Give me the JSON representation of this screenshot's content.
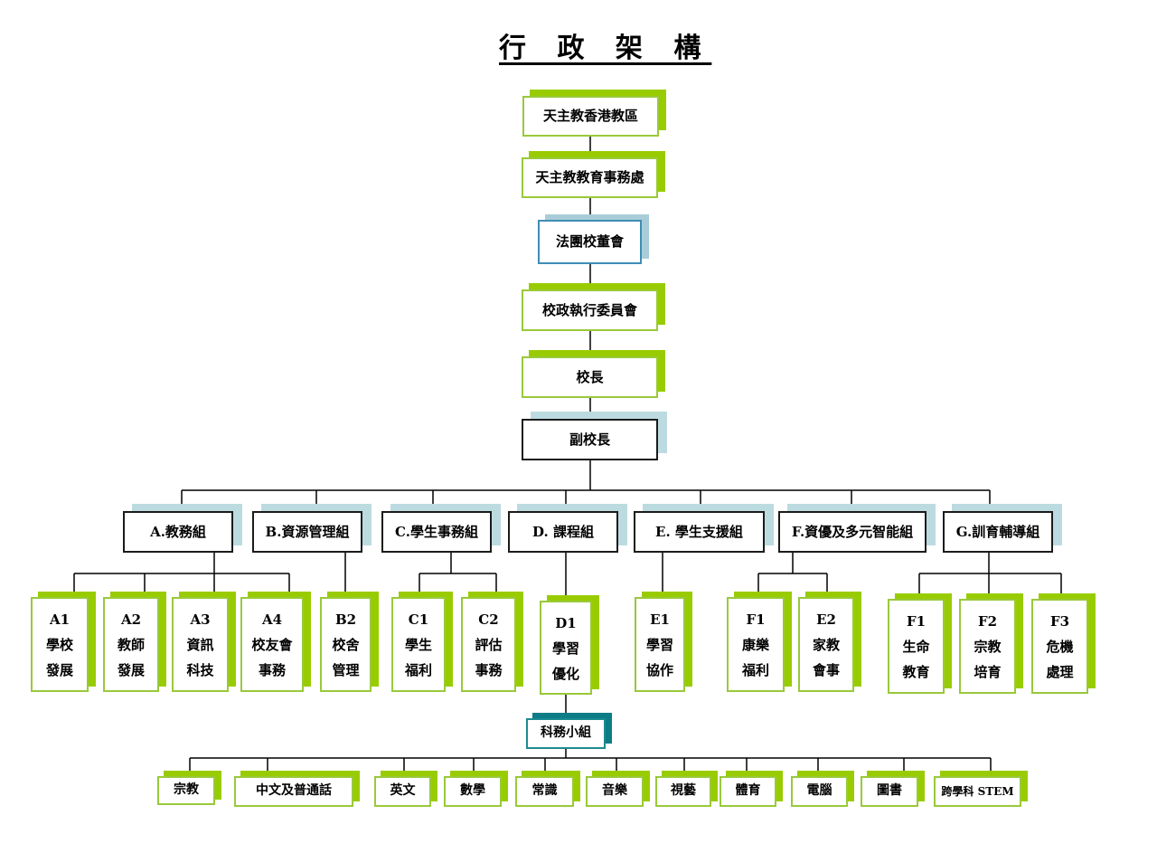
{
  "title": "行 政 架 構",
  "hierarchy": {
    "diocese": "天主教香港教區",
    "education_office": "天主教教育事務處",
    "imc": "法團校董會",
    "executive_committee": "校政執行委員會",
    "principal": "校長",
    "vice_principal": "副校長"
  },
  "divisions": [
    {
      "id": "A",
      "label": "A.教務組",
      "units": [
        {
          "code": "A1",
          "lines": [
            "學校",
            "發展"
          ]
        },
        {
          "code": "A2",
          "lines": [
            "教師",
            "發展"
          ]
        },
        {
          "code": "A3",
          "lines": [
            "資訊",
            "科技"
          ]
        },
        {
          "code": "A4",
          "lines": [
            "校友會",
            "事務"
          ]
        }
      ]
    },
    {
      "id": "B",
      "label": "B.資源管理組",
      "units": [
        {
          "code": "B2",
          "lines": [
            "校舍",
            "管理"
          ]
        }
      ]
    },
    {
      "id": "C",
      "label": "C.學生事務組",
      "units": [
        {
          "code": "C1",
          "lines": [
            "學生",
            "福利"
          ]
        },
        {
          "code": "C2",
          "lines": [
            "評估",
            "事務"
          ]
        }
      ]
    },
    {
      "id": "D",
      "label": "D. 課程組",
      "units": [
        {
          "code": "D1",
          "lines": [
            "學習",
            "優化"
          ]
        }
      ]
    },
    {
      "id": "E",
      "label": "E. 學生支援組",
      "units": [
        {
          "code": "E1",
          "lines": [
            "學習",
            "協作"
          ]
        }
      ]
    },
    {
      "id": "F",
      "label": "F.資優及多元智能組",
      "units": [
        {
          "code": "F1",
          "lines": [
            "康樂",
            "福利"
          ]
        },
        {
          "code": "E2",
          "lines": [
            "家教",
            "會事"
          ]
        }
      ]
    },
    {
      "id": "G",
      "label": "G.訓育輔導組",
      "units": [
        {
          "code": "F1",
          "lines": [
            "生命",
            "教育"
          ]
        },
        {
          "code": "F2",
          "lines": [
            "宗教",
            "培育"
          ]
        },
        {
          "code": "F3",
          "lines": [
            "危機",
            "處理"
          ]
        }
      ]
    }
  ],
  "subject_panel": {
    "label": "科務小組",
    "subjects": [
      "宗教",
      "中文及普通話",
      "英文",
      "數學",
      "常識",
      "音樂",
      "視藝",
      "體育",
      "電腦",
      "圖書",
      "跨學科 STEM"
    ]
  },
  "colors": {
    "green_border": "#99c93a",
    "green_shadow": "#99cc00",
    "light_blue_shadow": "#bcdbe0",
    "teal": "#0c7c86"
  }
}
